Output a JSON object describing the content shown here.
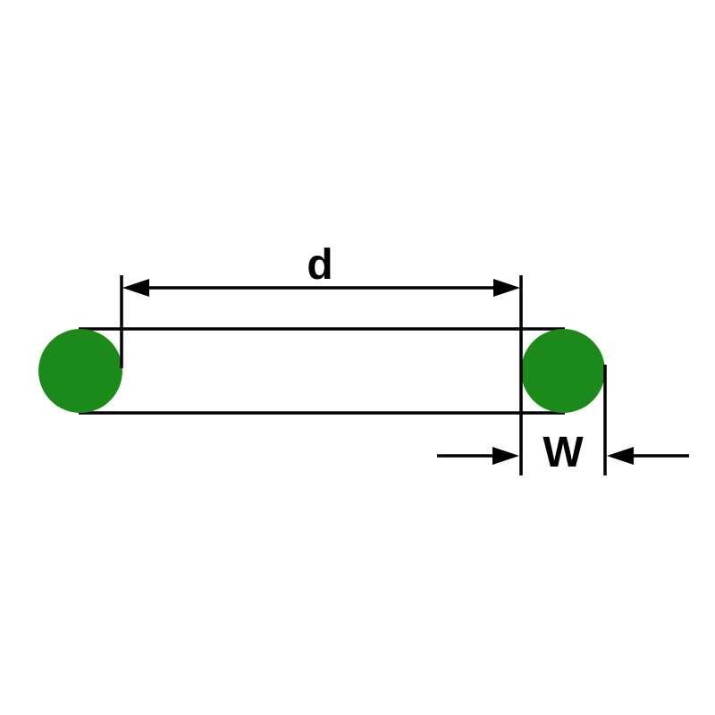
{
  "diagram": {
    "name": "O-ring cross-section dimension diagram",
    "labels": {
      "inner_diameter": "d",
      "cross_section_width": "W"
    },
    "colors": {
      "ring": "#1b8a1b",
      "lines": "#000000",
      "background": "#ffffff"
    }
  }
}
